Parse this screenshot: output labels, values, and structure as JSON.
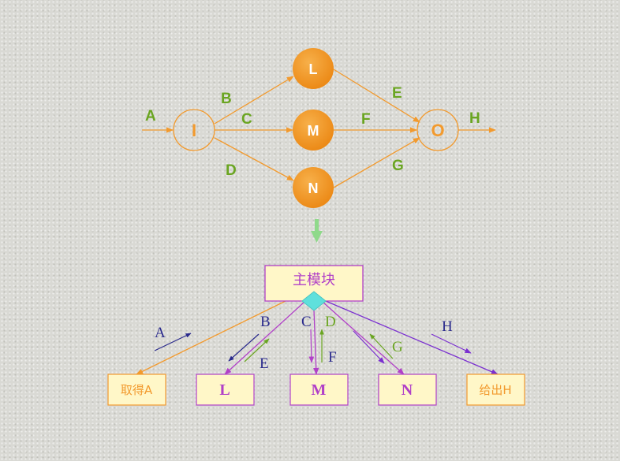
{
  "top_diagram": {
    "nodes": {
      "input": "I",
      "l": "L",
      "m": "M",
      "n": "N",
      "output": "O"
    },
    "edges": {
      "a": "A",
      "b": "B",
      "c": "C",
      "d": "D",
      "e": "E",
      "f": "F",
      "g": "G",
      "h": "H"
    }
  },
  "bottom_diagram": {
    "main_module": "主模块",
    "modules": {
      "get_a": "取得A",
      "l": "L",
      "m": "M",
      "n": "N",
      "give_h": "给出H"
    },
    "flows": {
      "a": "A",
      "b": "B",
      "c": "C",
      "d": "D",
      "e": "E",
      "f": "F",
      "g": "G",
      "h": "H"
    }
  },
  "colors": {
    "orange": "#f29a2e",
    "green": "#6aa521",
    "purple": "#b140c8",
    "violet": "#7a2fd0",
    "navy": "#2a2a8c",
    "box_fill": "#fff7c8",
    "diamond": "#5fe0dc",
    "down_arrow": "#8fd98a"
  }
}
